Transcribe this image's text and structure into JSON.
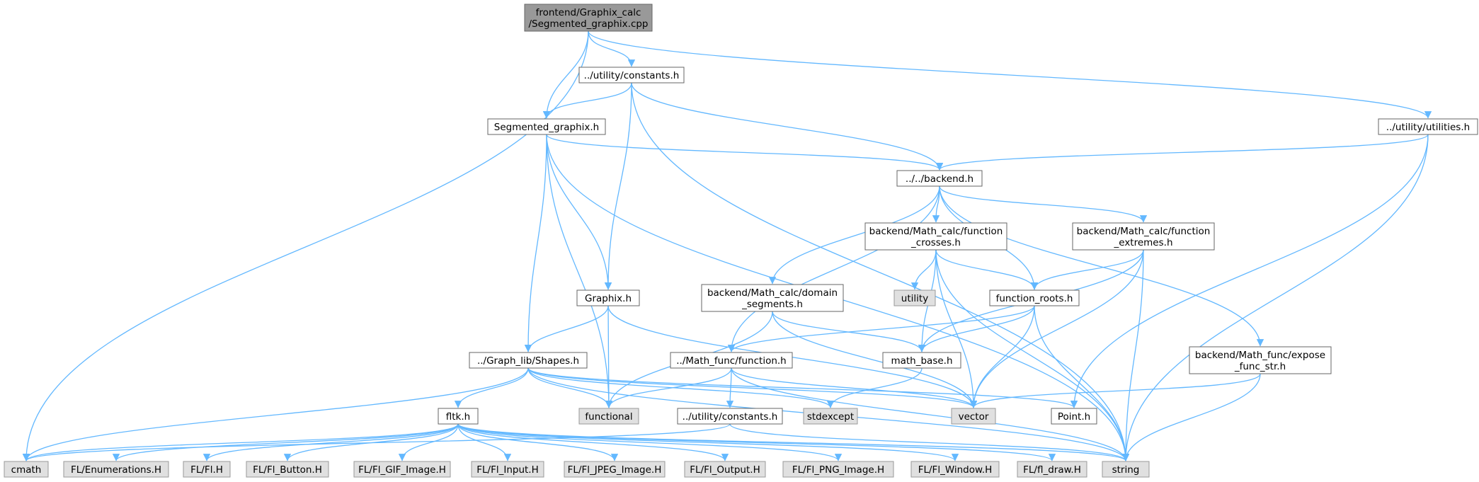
{
  "colors": {
    "root_fill": "#999999",
    "file_fill": "#ffffff",
    "file_border": "#666666",
    "system_fill": "#e0e0e0",
    "system_border": "#999999",
    "edge": "#63b8ff"
  },
  "nodes": {
    "root": {
      "lines": [
        "frontend/Graphix_calc",
        "/Segmented_graphix.cpp"
      ],
      "kind": "root"
    },
    "constants_top": {
      "lines": [
        "../utility/constants.h"
      ],
      "kind": "file"
    },
    "utilities": {
      "lines": [
        "../utility/utilities.h"
      ],
      "kind": "file"
    },
    "segmented": {
      "lines": [
        "Segmented_graphix.h"
      ],
      "kind": "file"
    },
    "backend": {
      "lines": [
        "../../backend.h"
      ],
      "kind": "file"
    },
    "crosses": {
      "lines": [
        "backend/Math_calc/function",
        "_crosses.h"
      ],
      "kind": "file"
    },
    "extremes": {
      "lines": [
        "backend/Math_calc/function",
        "_extremes.h"
      ],
      "kind": "file"
    },
    "graphix": {
      "lines": [
        "Graphix.h"
      ],
      "kind": "file"
    },
    "domain": {
      "lines": [
        "backend/Math_calc/domain",
        "_segments.h"
      ],
      "kind": "file"
    },
    "utility_sys": {
      "lines": [
        "utility"
      ],
      "kind": "system"
    },
    "roots": {
      "lines": [
        "function_roots.h"
      ],
      "kind": "file"
    },
    "expose": {
      "lines": [
        "backend/Math_func/expose",
        "_func_str.h"
      ],
      "kind": "file"
    },
    "shapes": {
      "lines": [
        "../Graph_lib/Shapes.h"
      ],
      "kind": "file"
    },
    "function_h": {
      "lines": [
        "../Math_func/function.h"
      ],
      "kind": "file"
    },
    "math_base": {
      "lines": [
        "math_base.h"
      ],
      "kind": "file"
    },
    "fltk": {
      "lines": [
        "fltk.h"
      ],
      "kind": "file"
    },
    "functional": {
      "lines": [
        "functional"
      ],
      "kind": "system"
    },
    "constants_bot": {
      "lines": [
        "../utility/constants.h"
      ],
      "kind": "file"
    },
    "stdexcept": {
      "lines": [
        "stdexcept"
      ],
      "kind": "system"
    },
    "vector": {
      "lines": [
        "vector"
      ],
      "kind": "system"
    },
    "point": {
      "lines": [
        "Point.h"
      ],
      "kind": "file"
    },
    "cmath": {
      "lines": [
        "cmath"
      ],
      "kind": "system"
    },
    "fl_enum": {
      "lines": [
        "FL/Enumerations.H"
      ],
      "kind": "system"
    },
    "fl_fl": {
      "lines": [
        "FL/Fl.H"
      ],
      "kind": "system"
    },
    "fl_button": {
      "lines": [
        "FL/Fl_Button.H"
      ],
      "kind": "system"
    },
    "fl_gif": {
      "lines": [
        "FL/Fl_GIF_Image.H"
      ],
      "kind": "system"
    },
    "fl_input": {
      "lines": [
        "FL/Fl_Input.H"
      ],
      "kind": "system"
    },
    "fl_jpeg": {
      "lines": [
        "FL/Fl_JPEG_Image.H"
      ],
      "kind": "system"
    },
    "fl_output": {
      "lines": [
        "FL/Fl_Output.H"
      ],
      "kind": "system"
    },
    "fl_png": {
      "lines": [
        "FL/Fl_PNG_Image.H"
      ],
      "kind": "system"
    },
    "fl_window": {
      "lines": [
        "FL/Fl_Window.H"
      ],
      "kind": "system"
    },
    "fl_draw": {
      "lines": [
        "FL/fl_draw.H"
      ],
      "kind": "system"
    },
    "string": {
      "lines": [
        "string"
      ],
      "kind": "system"
    }
  },
  "edges": [
    [
      "root",
      "cmath"
    ],
    [
      "root",
      "segmented"
    ],
    [
      "root",
      "constants_top"
    ],
    [
      "root",
      "utilities"
    ],
    [
      "constants_top",
      "segmented"
    ],
    [
      "constants_top",
      "graphix"
    ],
    [
      "constants_top",
      "backend"
    ],
    [
      "constants_top",
      "string"
    ],
    [
      "utilities",
      "backend"
    ],
    [
      "utilities",
      "point"
    ],
    [
      "utilities",
      "string"
    ],
    [
      "segmented",
      "backend"
    ],
    [
      "segmented",
      "graphix"
    ],
    [
      "segmented",
      "shapes"
    ],
    [
      "segmented",
      "functional"
    ],
    [
      "segmented",
      "string"
    ],
    [
      "backend",
      "crosses"
    ],
    [
      "backend",
      "extremes"
    ],
    [
      "backend",
      "domain"
    ],
    [
      "backend",
      "roots"
    ],
    [
      "backend",
      "expose"
    ],
    [
      "backend",
      "function_h"
    ],
    [
      "crosses",
      "utility_sys"
    ],
    [
      "crosses",
      "roots"
    ],
    [
      "crosses",
      "math_base"
    ],
    [
      "crosses",
      "vector"
    ],
    [
      "crosses",
      "string"
    ],
    [
      "extremes",
      "roots"
    ],
    [
      "extremes",
      "math_base"
    ],
    [
      "extremes",
      "vector"
    ],
    [
      "extremes",
      "string"
    ],
    [
      "graphix",
      "shapes"
    ],
    [
      "graphix",
      "functional"
    ],
    [
      "graphix",
      "vector"
    ],
    [
      "domain",
      "math_base"
    ],
    [
      "domain",
      "functional"
    ],
    [
      "domain",
      "vector"
    ],
    [
      "roots",
      "function_h"
    ],
    [
      "roots",
      "math_base"
    ],
    [
      "roots",
      "vector"
    ],
    [
      "roots",
      "string"
    ],
    [
      "expose",
      "vector"
    ],
    [
      "expose",
      "string"
    ],
    [
      "shapes",
      "fltk"
    ],
    [
      "shapes",
      "functional"
    ],
    [
      "shapes",
      "stdexcept"
    ],
    [
      "shapes",
      "vector"
    ],
    [
      "shapes",
      "point"
    ],
    [
      "shapes",
      "cmath"
    ],
    [
      "shapes",
      "string"
    ],
    [
      "function_h",
      "constants_bot"
    ],
    [
      "function_h",
      "functional"
    ],
    [
      "function_h",
      "vector"
    ],
    [
      "function_h",
      "string"
    ],
    [
      "math_base",
      "stdexcept"
    ],
    [
      "constants_bot",
      "cmath"
    ],
    [
      "constants_bot",
      "string"
    ],
    [
      "fltk",
      "cmath"
    ],
    [
      "fltk",
      "fl_enum"
    ],
    [
      "fltk",
      "fl_fl"
    ],
    [
      "fltk",
      "fl_button"
    ],
    [
      "fltk",
      "fl_gif"
    ],
    [
      "fltk",
      "fl_input"
    ],
    [
      "fltk",
      "fl_jpeg"
    ],
    [
      "fltk",
      "fl_output"
    ],
    [
      "fltk",
      "fl_png"
    ],
    [
      "fltk",
      "fl_window"
    ],
    [
      "fltk",
      "fl_draw"
    ],
    [
      "fltk",
      "string"
    ]
  ]
}
